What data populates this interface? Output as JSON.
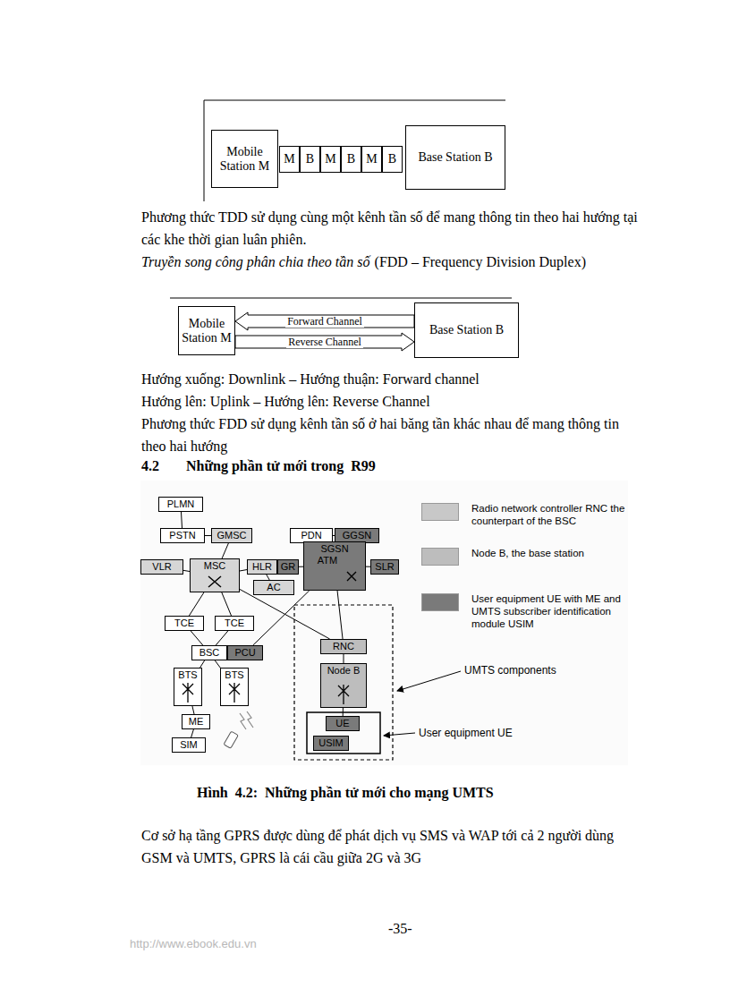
{
  "diagram": {
    "caption": "Hình  4.2:  Những phần tử mới cho mạng UMTS",
    "nodes": [
      {
        "text": [
          "Mobile Station M"
        ]
      },
      {
        "text": [
          "M"
        ]
      },
      {
        "text": [
          "B"
        ]
      },
      {
        "text": [
          "M"
        ]
      },
      {
        "text": [
          "B"
        ]
      },
      {
        "text": [
          "M"
        ]
      },
      {
        "text": [
          "B"
        ]
      },
      {
        "text": [
          "Base Station B"
        ]
      },
      {
        "text": [
          "Mobile Station M"
        ]
      },
      {
        "text": [
          "Base Station B"
        ]
      },
      {
        "text": [
          "PLMN"
        ]
      },
      {
        "text": [
          "PSTN"
        ]
      },
      {
        "text": [
          "GMSC"
        ]
      },
      {
        "text": [
          "PDN"
        ]
      },
      {
        "text": [
          "GGSN"
        ]
      },
      {
        "text": [
          "VLR"
        ]
      },
      {
        "text": [
          "MSC"
        ]
      },
      {
        "text": [
          "HLR"
        ]
      },
      {
        "text": [
          "GR"
        ]
      },
      {
        "text": [
          "AC"
        ]
      },
      {
        "text": [
          "SGSN",
          "ATM"
        ]
      },
      {
        "text": [
          "SLR"
        ]
      },
      {
        "text": [
          "TCE"
        ]
      },
      {
        "text": [
          "TCE"
        ]
      },
      {
        "text": [
          "BSC"
        ]
      },
      {
        "text": [
          "PCU"
        ]
      },
      {
        "text": [
          "BTS"
        ]
      },
      {
        "text": [
          "BTS"
        ]
      },
      {
        "text": [
          "ME"
        ]
      },
      {
        "text": [
          "SIM"
        ]
      },
      {
        "text": [
          "RNC"
        ]
      },
      {
        "text": [
          "Node B"
        ]
      },
      {
        "text": [
          "UE"
        ]
      },
      {
        "text": [
          "USIM"
        ]
      }
    ],
    "edges": [
      {
        "from": 9,
        "to": 8,
        "label": "Forward Channel",
        "arrow": "to"
      },
      {
        "from": 8,
        "to": 9,
        "label": "Reverse Channel",
        "arrow": "to"
      },
      {
        "from": 10,
        "to": 11,
        "arrow": "none"
      },
      {
        "from": 11,
        "to": 12,
        "arrow": "none"
      },
      {
        "from": 12,
        "to": 16,
        "arrow": "none"
      },
      {
        "from": 13,
        "to": 14,
        "arrow": "none"
      },
      {
        "from": 14,
        "to": 20,
        "arrow": "none"
      },
      {
        "from": 15,
        "to": 16,
        "arrow": "none"
      },
      {
        "from": 16,
        "to": 17,
        "arrow": "none"
      },
      {
        "from": 18,
        "to": 20,
        "arrow": "none"
      },
      {
        "from": 20,
        "to": 21,
        "arrow": "none"
      },
      {
        "from": 17,
        "to": 19,
        "arrow": "none"
      },
      {
        "from": 16,
        "to": 22,
        "arrow": "none"
      },
      {
        "from": 16,
        "to": 23,
        "arrow": "none"
      },
      {
        "from": 22,
        "to": 24,
        "arrow": "none"
      },
      {
        "from": 23,
        "to": 24,
        "arrow": "none"
      },
      {
        "from": 24,
        "to": 26,
        "arrow": "none"
      },
      {
        "from": 24,
        "to": 27,
        "arrow": "none"
      },
      {
        "from": 26,
        "to": 28,
        "arrow": "none"
      },
      {
        "from": 28,
        "to": 29,
        "arrow": "none"
      },
      {
        "from": 16,
        "to": 30,
        "arrow": "none"
      },
      {
        "from": 20,
        "to": 30,
        "arrow": "none"
      },
      {
        "from": 20,
        "to": 25,
        "arrow": "none"
      },
      {
        "from": 30,
        "to": 31,
        "arrow": "none"
      },
      {
        "from": 31,
        "to": 32,
        "arrow": "none"
      }
    ],
    "labels": [
      "Phương thức TDD sử dụng cùng một kênh tần số để mang thông tin theo hai hướng tại các khe thời gian luân phiên.",
      "Truyền song công phân chia theo tần số",
      "(FDD – Frequency Division Duplex)",
      "Hướng xuống: Downlink – Hướng thuận: Forward channel",
      "Hướng lên: Uplink – Hướng lên: Reverse Channel",
      "Phương thức FDD sử dụng kênh tần số ở hai băng tần khác nhau để mang thông tin theo hai hướng",
      "4.2",
      "Những phần tử mới trong  R99",
      "UMTS components",
      "User equipment UE",
      "Cơ sở hạ tầng GPRS được dùng để phát dịch vụ SMS và WAP tới cả 2 người dùng GSM  và UMTS, GPRS là cái cầu giữa 2G và 3G",
      "-35-",
      "http://www.ebook.edu.vn"
    ],
    "legend": [
      {
        "text": "Radio network controller RNC the counterpart of the BSC",
        "color": "#c8c8c8"
      },
      {
        "text": "Node B, the base station",
        "color": "#bdbdbd"
      },
      {
        "text": "User equipment UE with ME and UMTS subscriber identification module USIM",
        "color": "#7a7a7a"
      }
    ]
  }
}
